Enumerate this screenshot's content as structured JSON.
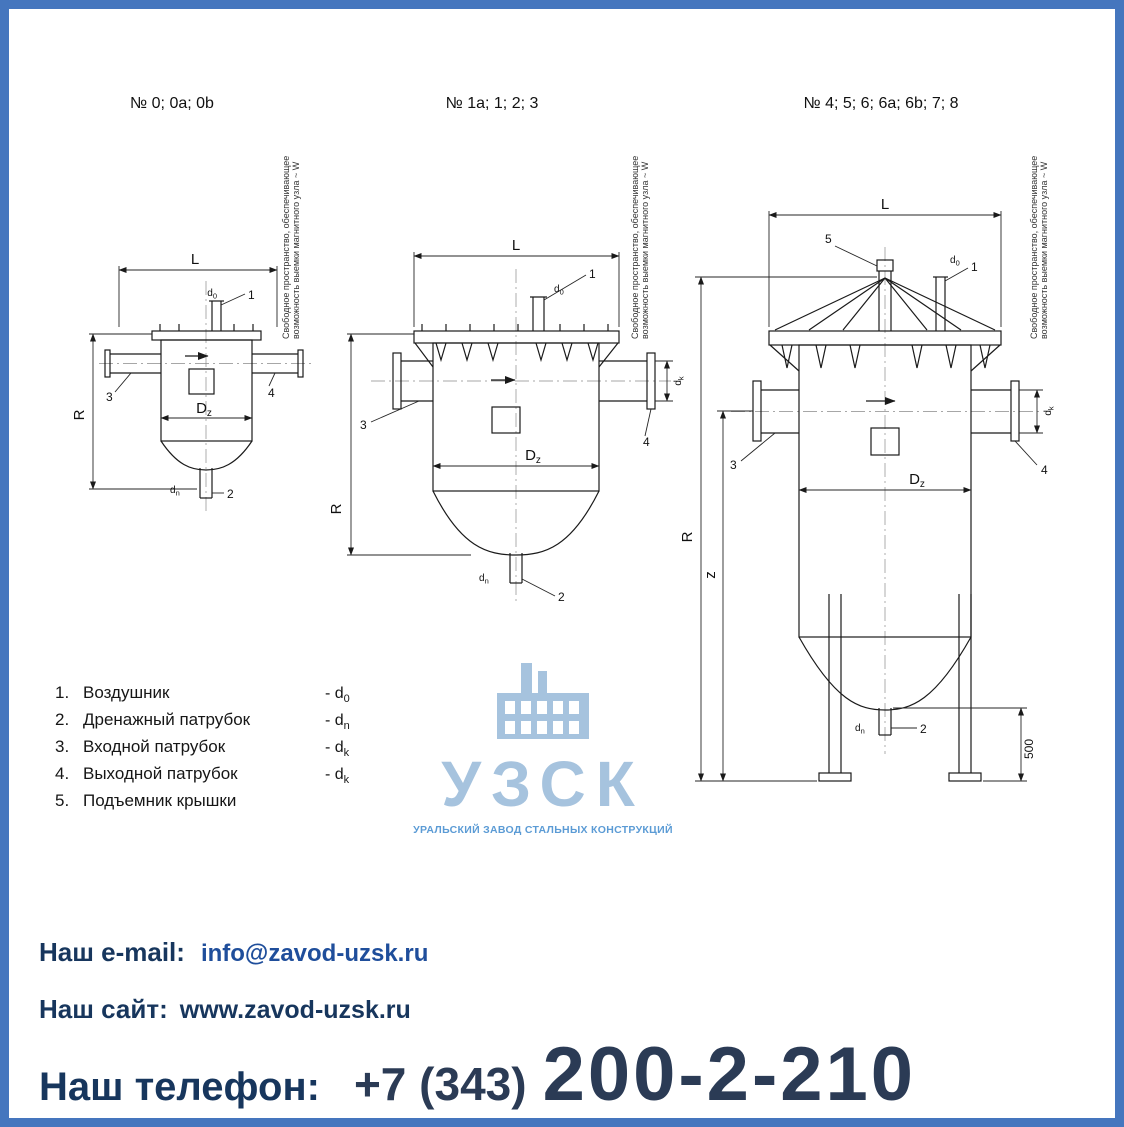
{
  "colors": {
    "border": "#4576be",
    "line": "#1a1a1a",
    "navy": "#17365d",
    "email_blue": "#1f4e9b",
    "phone_slate": "#2b3b55",
    "watermark": "#a6c3de",
    "watermark_subtitle": "#5b9bd5"
  },
  "drawings": {
    "d1": {
      "title": "№ 0; 0a; 0b"
    },
    "d2": {
      "title": "№ 1a; 1; 2; 3"
    },
    "d3": {
      "title": "№ 4; 5; 6; 6a; 6b; 7; 8"
    }
  },
  "labels": {
    "L": "L",
    "R": "R",
    "z": "z",
    "D_main": "D",
    "D_sub": "z",
    "d_main": "d",
    "sub0": "0",
    "subn": "n",
    "subk": "k",
    "c1": "1",
    "c2": "2",
    "c3": "3",
    "c4": "4",
    "c5": "5",
    "dim500": "500",
    "note_line1": "Свободное пространство, обеспечивающее",
    "note_line2": "возможность выемки магнитного узла ~ W"
  },
  "legend": {
    "items": [
      {
        "num": "1.",
        "name": "Воздушник",
        "dim": "- d",
        "sub": "0"
      },
      {
        "num": "2.",
        "name": "Дренажный патрубок",
        "dim": "- d",
        "sub": "n"
      },
      {
        "num": "3.",
        "name": "Входной патрубок",
        "dim": "- d",
        "sub": "k"
      },
      {
        "num": "4.",
        "name": "Выходной патрубок",
        "dim": "- d",
        "sub": "k"
      },
      {
        "num": "5.",
        "name": "Подъемник крышки",
        "dim": "",
        "sub": ""
      }
    ]
  },
  "watermark": {
    "name": "УЗСК",
    "subtitle": "УРАЛЬСКИЙ ЗАВОД СТАЛЬНЫХ КОНСТРУКЦИЙ"
  },
  "contacts": {
    "email_label": "Наш e-mail:",
    "email_value": "info@zavod-uzsk.ru",
    "site_label": "Наш сайт:",
    "site_value": "www.zavod-uzsk.ru",
    "phone_label": "Наш телефон:",
    "phone_code": "+7 (343)",
    "phone_number": "200-2-210"
  }
}
